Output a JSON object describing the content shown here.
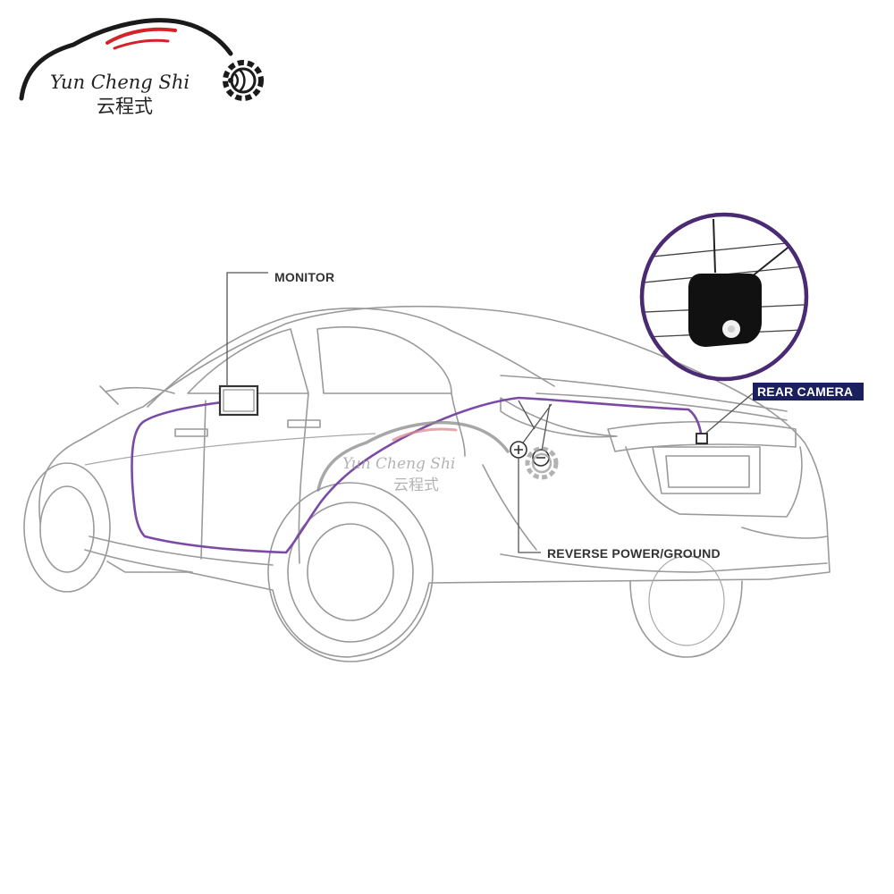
{
  "brand": {
    "name_en": "Yun Cheng Shi",
    "name_cn": "云程式",
    "accent_color": "#d0232a",
    "ink_color": "#222222"
  },
  "watermark": {
    "name_en": "Yun Cheng Shi",
    "name_cn": "云程式"
  },
  "diagram": {
    "wire_color": "#7a4aa6",
    "labels": {
      "monitor": "MONITOR",
      "rear_camera": "REAR CAMERA",
      "reverse_power": "REVERSE POWER/GROUND"
    },
    "rear_camera_badge_color": "#1c1f5e",
    "icons": [
      "car-silhouette-icon",
      "gear-wifi-icon",
      "plus-terminal-icon",
      "minus-terminal-icon",
      "camera-icon"
    ]
  }
}
